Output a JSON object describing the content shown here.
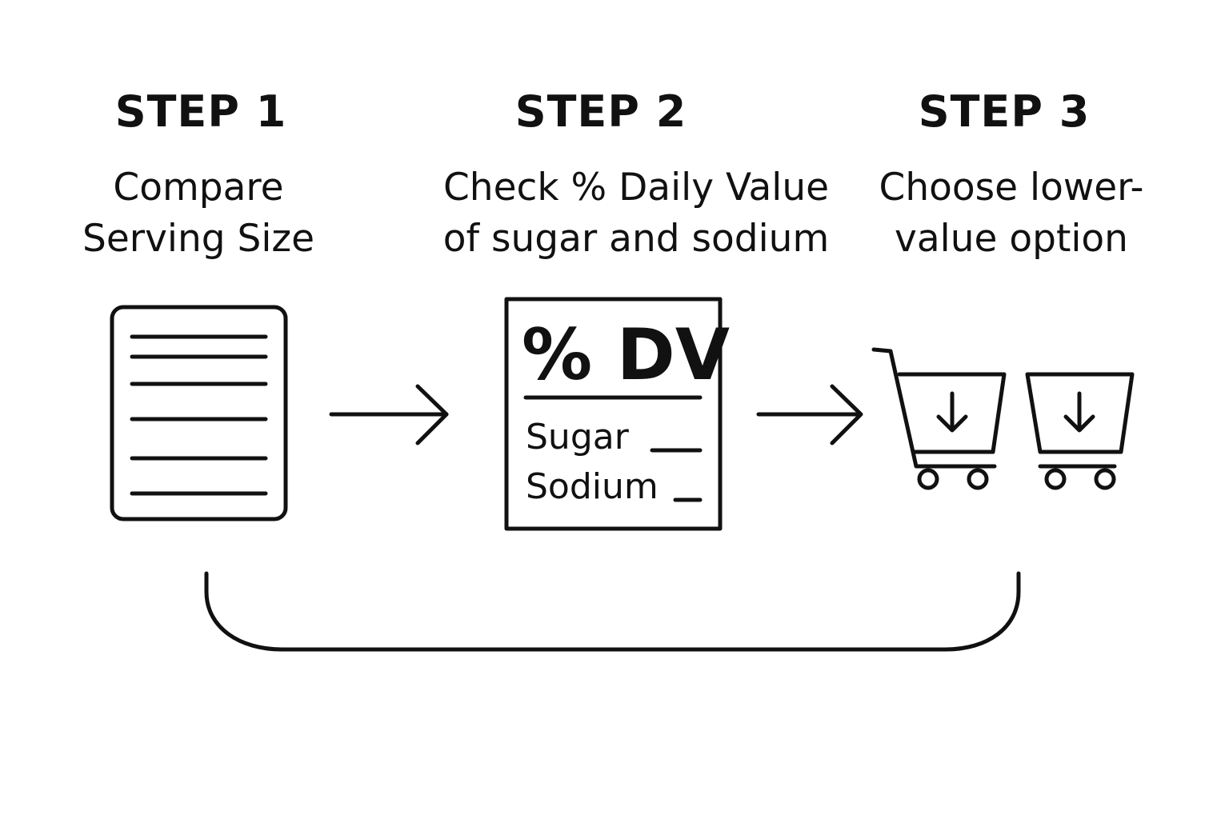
{
  "steps": [
    {
      "title": "STEP 1",
      "description_lines": [
        "Compare",
        "Serving Size"
      ],
      "icon": "document-lines-icon"
    },
    {
      "title": "STEP 2",
      "description_lines": [
        "Check % Daily Value",
        "of sugar and sodium"
      ],
      "icon": "nutrition-label-icon"
    },
    {
      "title": "STEP 3",
      "description_lines": [
        "Choose lower-",
        "value option"
      ],
      "icon": "shopping-cart-icon"
    }
  ],
  "nutrition_label": {
    "heading": "% DV",
    "rows": [
      "Sugar",
      "Sodium"
    ]
  },
  "colors": {
    "stroke": "#111111",
    "background": "#ffffff"
  }
}
